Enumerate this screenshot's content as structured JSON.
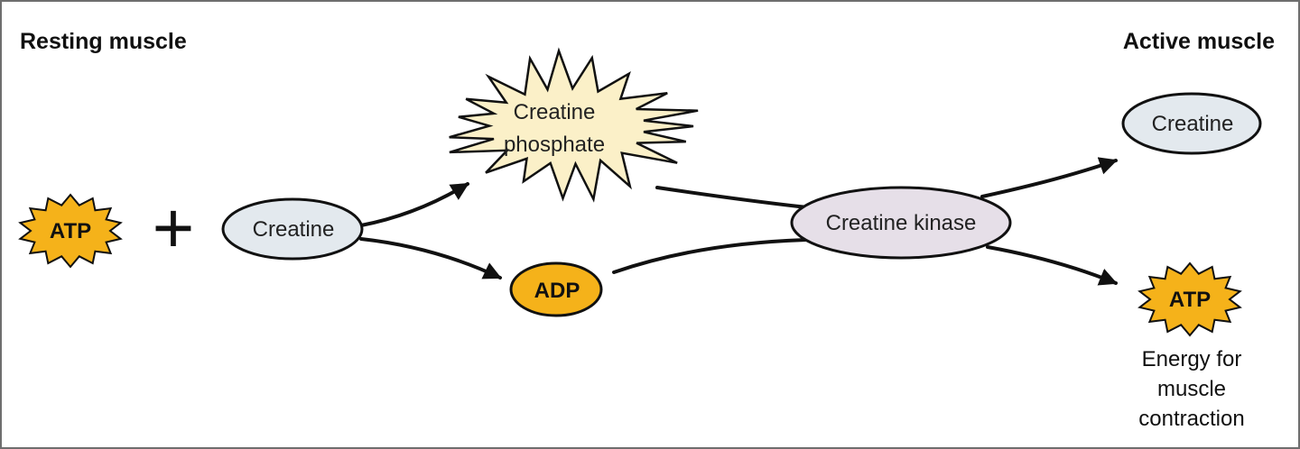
{
  "headings": {
    "resting": "Resting muscle",
    "active": "Active muscle"
  },
  "nodes": {
    "atp_left": "ATP",
    "plus": "+",
    "creatine_left": "Creatine",
    "creatine_phosphate_line1": "Creatine",
    "creatine_phosphate_line2": "phosphate",
    "adp": "ADP",
    "creatine_kinase": "Creatine kinase",
    "creatine_right": "Creatine",
    "atp_right": "ATP"
  },
  "caption": {
    "line1": "Energy for",
    "line2": "muscle",
    "line3": "contraction"
  },
  "colors": {
    "atp": "#f5b21a",
    "creatine_node": "#e3e9ee",
    "creatine_phosphate": "#fbf0c8",
    "creatine_kinase": "#e6dfe8",
    "arrow": "#111111"
  }
}
